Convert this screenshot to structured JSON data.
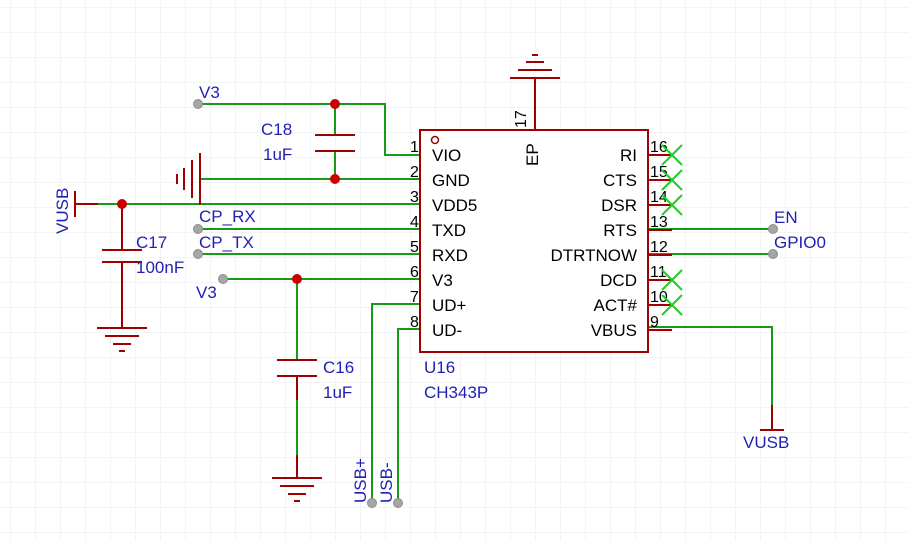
{
  "ic": {
    "reference": "U16",
    "part": "CH343P",
    "pins_left": [
      {
        "num": "1",
        "name": "VIO"
      },
      {
        "num": "2",
        "name": "GND"
      },
      {
        "num": "3",
        "name": "VDD5"
      },
      {
        "num": "4",
        "name": "TXD"
      },
      {
        "num": "5",
        "name": "RXD"
      },
      {
        "num": "6",
        "name": "V3"
      },
      {
        "num": "7",
        "name": "UD+"
      },
      {
        "num": "8",
        "name": "UD-"
      }
    ],
    "pins_right": [
      {
        "num": "16",
        "name": "RI"
      },
      {
        "num": "15",
        "name": "CTS"
      },
      {
        "num": "14",
        "name": "DSR"
      },
      {
        "num": "13",
        "name": "RTS"
      },
      {
        "num": "12",
        "name": "DTRTNOW"
      },
      {
        "num": "11",
        "name": "DCD"
      },
      {
        "num": "10",
        "name": "ACT#"
      },
      {
        "num": "9",
        "name": "VBUS"
      }
    ],
    "pin_top": {
      "num": "17",
      "name": "EP"
    }
  },
  "capacitors": {
    "c18": {
      "ref": "C18",
      "value": "1uF"
    },
    "c17": {
      "ref": "C17",
      "value": "100nF"
    },
    "c16": {
      "ref": "C16",
      "value": "1uF"
    }
  },
  "nets": {
    "v3_top": "V3",
    "v3_pin6": "V3",
    "vusb_left": "VUSB",
    "vusb_right": "VUSB",
    "cp_rx": "CP_RX",
    "cp_tx": "CP_TX",
    "en": "EN",
    "gpio0": "GPIO0",
    "usb_plus": "USB+",
    "usb_minus": "USB-"
  },
  "colors": {
    "wire": "#159b15",
    "component": "#a00000",
    "net_label": "#1f1fb4",
    "junction": "#cc0000",
    "no_connect": "#22cc22",
    "grid": "#e8e8e8"
  }
}
